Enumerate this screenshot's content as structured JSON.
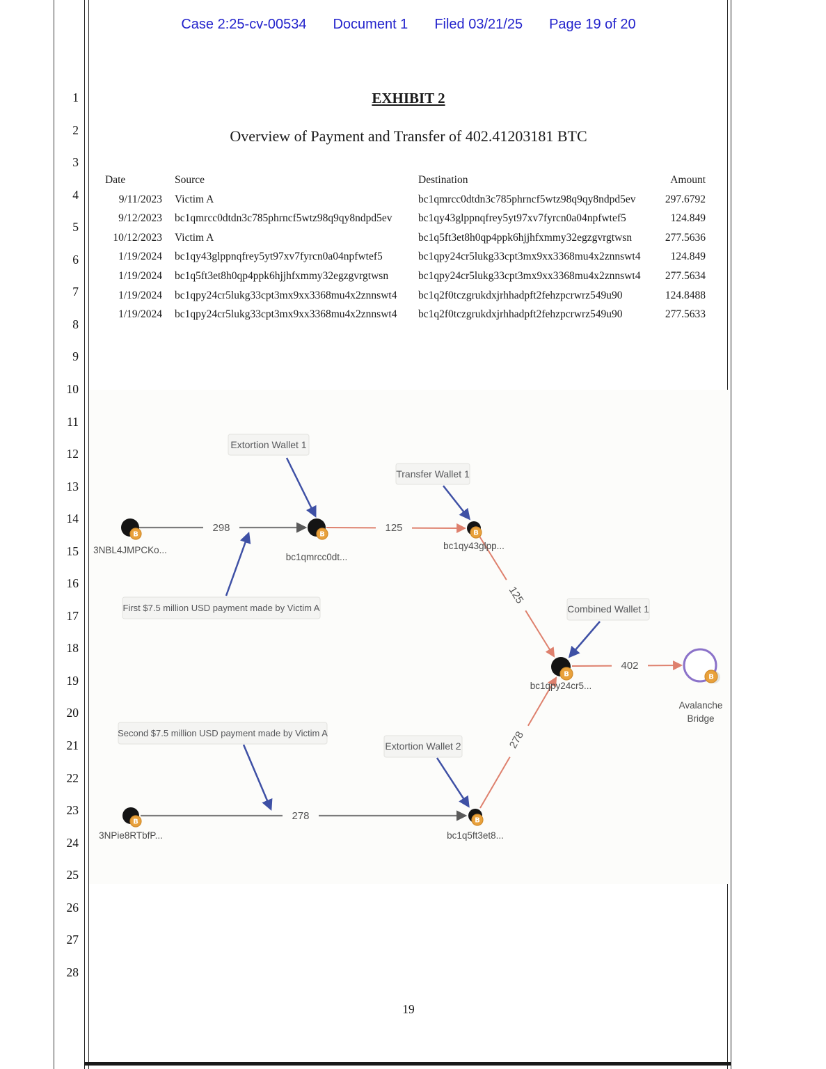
{
  "page_header": {
    "case": "Case 2:25-cv-00534",
    "document": "Document 1",
    "filed": "Filed 03/21/25",
    "page": "Page 19 of 20"
  },
  "margin": {
    "line_numbers": [
      "1",
      "2",
      "3",
      "4",
      "5",
      "6",
      "7",
      "8",
      "9",
      "10",
      "11",
      "12",
      "13",
      "14",
      "15",
      "16",
      "17",
      "18",
      "19",
      "20",
      "21",
      "22",
      "23",
      "24",
      "25",
      "26",
      "27",
      "28"
    ]
  },
  "exhibit": {
    "title": "EXHIBIT 2",
    "subtitle": "Overview of Payment and Transfer of 402.41203181 BTC"
  },
  "table": {
    "headers": {
      "date": "Date",
      "source": "Source",
      "destination": "Destination",
      "amount": "Amount"
    },
    "rows": [
      {
        "date": "9/11/2023",
        "source": "Victim A",
        "destination": "bc1qmrcc0dtdn3c785phrncf5wtz98q9qy8ndpd5ev",
        "amount": "297.6792"
      },
      {
        "date": "9/12/2023",
        "source": "bc1qmrcc0dtdn3c785phrncf5wtz98q9qy8ndpd5ev",
        "destination": "bc1qy43glppnqfrey5yt97xv7fyrcn0a04npfwtef5",
        "amount": "124.849"
      },
      {
        "date": "10/12/2023",
        "source": "Victim A",
        "destination": "bc1q5ft3et8h0qp4ppk6hjjhfxmmy32egzgvrgtwsn",
        "amount": "277.5636"
      },
      {
        "date": "1/19/2024",
        "source": "bc1qy43glppnqfrey5yt97xv7fyrcn0a04npfwtef5",
        "destination": "bc1qpy24cr5lukg33cpt3mx9xx3368mu4x2znnswt4",
        "amount": "124.849"
      },
      {
        "date": "1/19/2024",
        "source": "bc1q5ft3et8h0qp4ppk6hjjhfxmmy32egzgvrgtwsn",
        "destination": "bc1qpy24cr5lukg33cpt3mx9xx3368mu4x2znnswt4",
        "amount": "277.5634"
      },
      {
        "date": "1/19/2024",
        "source": "bc1qpy24cr5lukg33cpt3mx9xx3368mu4x2znnswt4",
        "destination": "bc1q2f0tczgrukdxjrhhadpft2fehzpcrwrz549u90",
        "amount": "124.8488"
      },
      {
        "date": "1/19/2024",
        "source": "bc1qpy24cr5lukg33cpt3mx9xx3368mu4x2znnswt4",
        "destination": "bc1q2f0tczgrukdxjrhhadpft2fehzpcrwrz549u90",
        "amount": "277.5633"
      }
    ]
  },
  "diagram": {
    "wallet_labels": {
      "extortion1": "Extortion Wallet 1",
      "transfer1": "Transfer Wallet 1",
      "combined1": "Combined Wallet 1",
      "extortion2": "Extortion Wallet 2"
    },
    "annotations": {
      "first_payment": "First $7.5 million USD payment made by Victim A",
      "second_payment": "Second $7.5 million USD payment made by Victim A"
    },
    "nodes": {
      "victim_a_1": "3NBL4JMPCKo...",
      "extortion1": "bc1qmrcc0dt...",
      "transfer1": "bc1qy43glpp...",
      "combined1": "bc1qpy24cr5...",
      "victim_a_2": "3NPie8RTbfP...",
      "extortion2": "bc1q5ft3et8...",
      "bridge_line1": "Avalanche",
      "bridge_line2": "Bridge"
    },
    "edges": {
      "victim1_to_extortion1": "298",
      "extortion1_to_transfer1": "125",
      "transfer1_to_combined1": "125",
      "combined1_to_bridge": "402",
      "victim2_to_extortion2": "278",
      "extortion2_to_combined1": "278"
    }
  },
  "footer": {
    "page_number": "19"
  },
  "colors": {
    "stamp_blue": "#2323cc",
    "edge_gray": "#7b7b7b",
    "edge_salmon": "#de806d",
    "annotation_arrow_blue": "#3e50a5",
    "bridge_purple": "#8b72c9",
    "bitcoin_orange": "#e9a13b",
    "label_box_bg": "#f4f4f2"
  }
}
